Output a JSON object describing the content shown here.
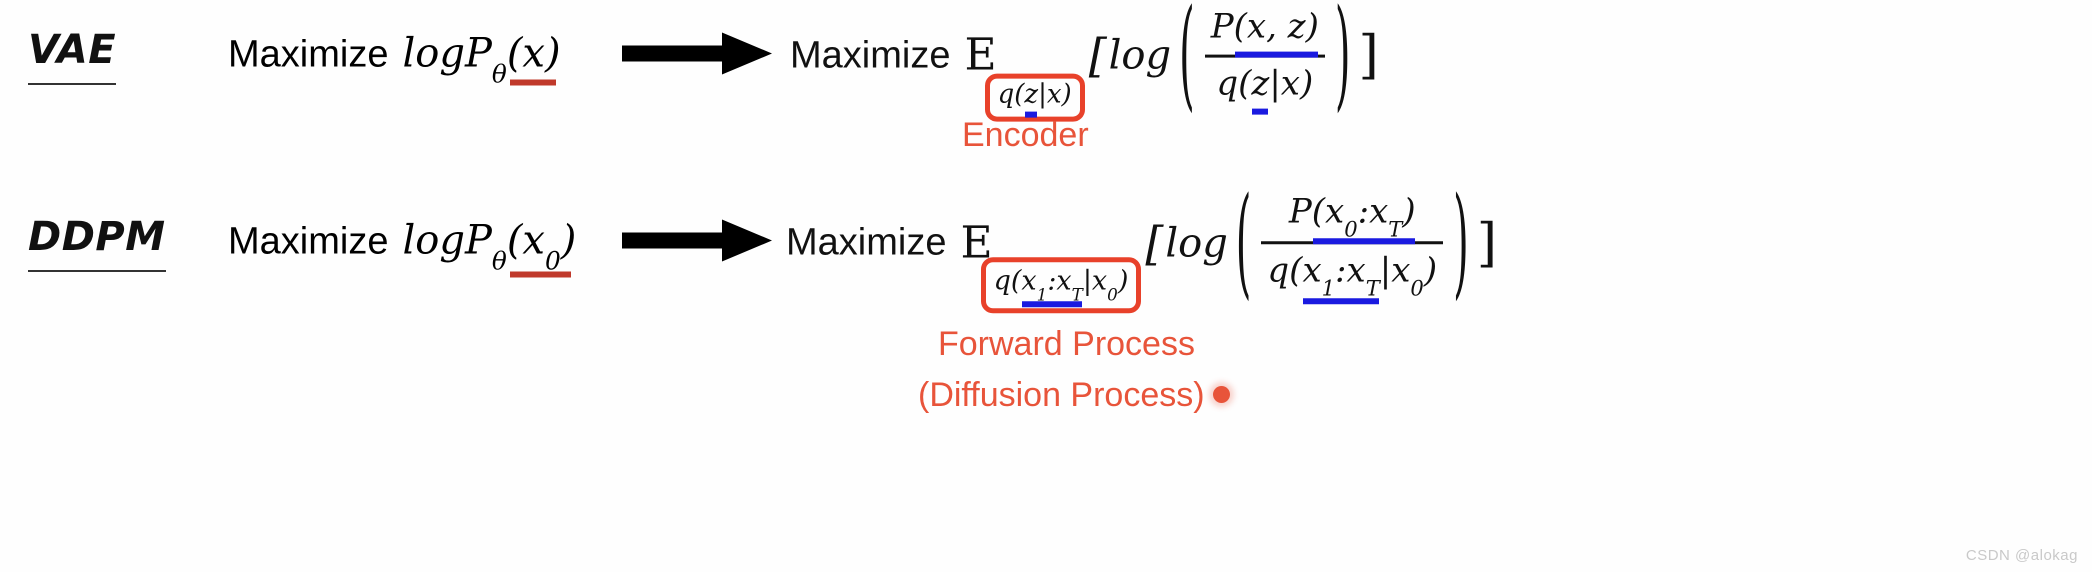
{
  "page": {
    "background": "#ffffff",
    "watermark": "CSDN @alokag"
  },
  "colors": {
    "red_box": "#e8412a",
    "red_underline": "#c0392b",
    "blue_underline": "#1a1ae0",
    "caption_red": "#e8543a",
    "text": "#111111"
  },
  "rows": [
    {
      "id": "vae",
      "model_label": "VAE",
      "lhs": {
        "word": "Maximize",
        "log": "log",
        "P": "P",
        "theta": "θ",
        "open_paren": "(",
        "arg": "x",
        "close_paren": ")",
        "arg_underline": "red"
      },
      "arrow": "right-arrow",
      "rhs": {
        "word": "Maximize",
        "expectation_symbol": "E",
        "subscript": {
          "prefix": "q(",
          "highlight": "z",
          "middle": "|x",
          "suffix": ")",
          "boxed": true,
          "highlight_underline": "blue"
        },
        "open_bracket": "[",
        "log": "log",
        "fraction": {
          "numerator_head": "P",
          "numerator_arg": "(x, z)",
          "numerator_underline": "blue",
          "denominator_head": "q",
          "denominator_open": "(",
          "denominator_highlight": "z",
          "denominator_rest": "|x)",
          "denominator_underline": "blue"
        },
        "close_bracket": "]"
      },
      "captions": [
        "Encoder"
      ]
    },
    {
      "id": "ddpm",
      "model_label": "DDPM",
      "lhs": {
        "word": "Maximize",
        "log": "log",
        "P": "P",
        "theta": "θ",
        "open_paren": "(",
        "arg": "x",
        "arg_sub": "0",
        "close_paren": ")",
        "arg_underline": "red"
      },
      "arrow": "right-arrow",
      "rhs": {
        "word": "Maximize",
        "expectation_symbol": "E",
        "subscript": {
          "prefix": "q(",
          "highlight_a": "x",
          "highlight_a_sub": "1",
          "highlight_colon": ":",
          "highlight_b": "x",
          "highlight_b_sub": "T",
          "middle": "|x",
          "middle_sub": "0",
          "suffix": ")",
          "boxed": true,
          "highlight_underline": "blue"
        },
        "open_bracket": "[",
        "log": "log",
        "fraction": {
          "numerator_head": "P",
          "numerator_open": "(",
          "num_a": "x",
          "num_a_sub": "0",
          "num_colon": ":",
          "num_b": "x",
          "num_b_sub": "T",
          "numerator_close": ")",
          "numerator_underline": "blue",
          "denominator_head": "q",
          "denominator_open": "(",
          "den_a": "x",
          "den_a_sub": "1",
          "den_colon": ":",
          "den_b": "x",
          "den_b_sub": "T",
          "den_bar": "|",
          "den_c": "x",
          "den_c_sub": "0",
          "denominator_close": ")",
          "denominator_underline": "blue"
        },
        "close_bracket": "]"
      },
      "captions": [
        "Forward Process",
        "(Diffusion Process)"
      ]
    }
  ]
}
